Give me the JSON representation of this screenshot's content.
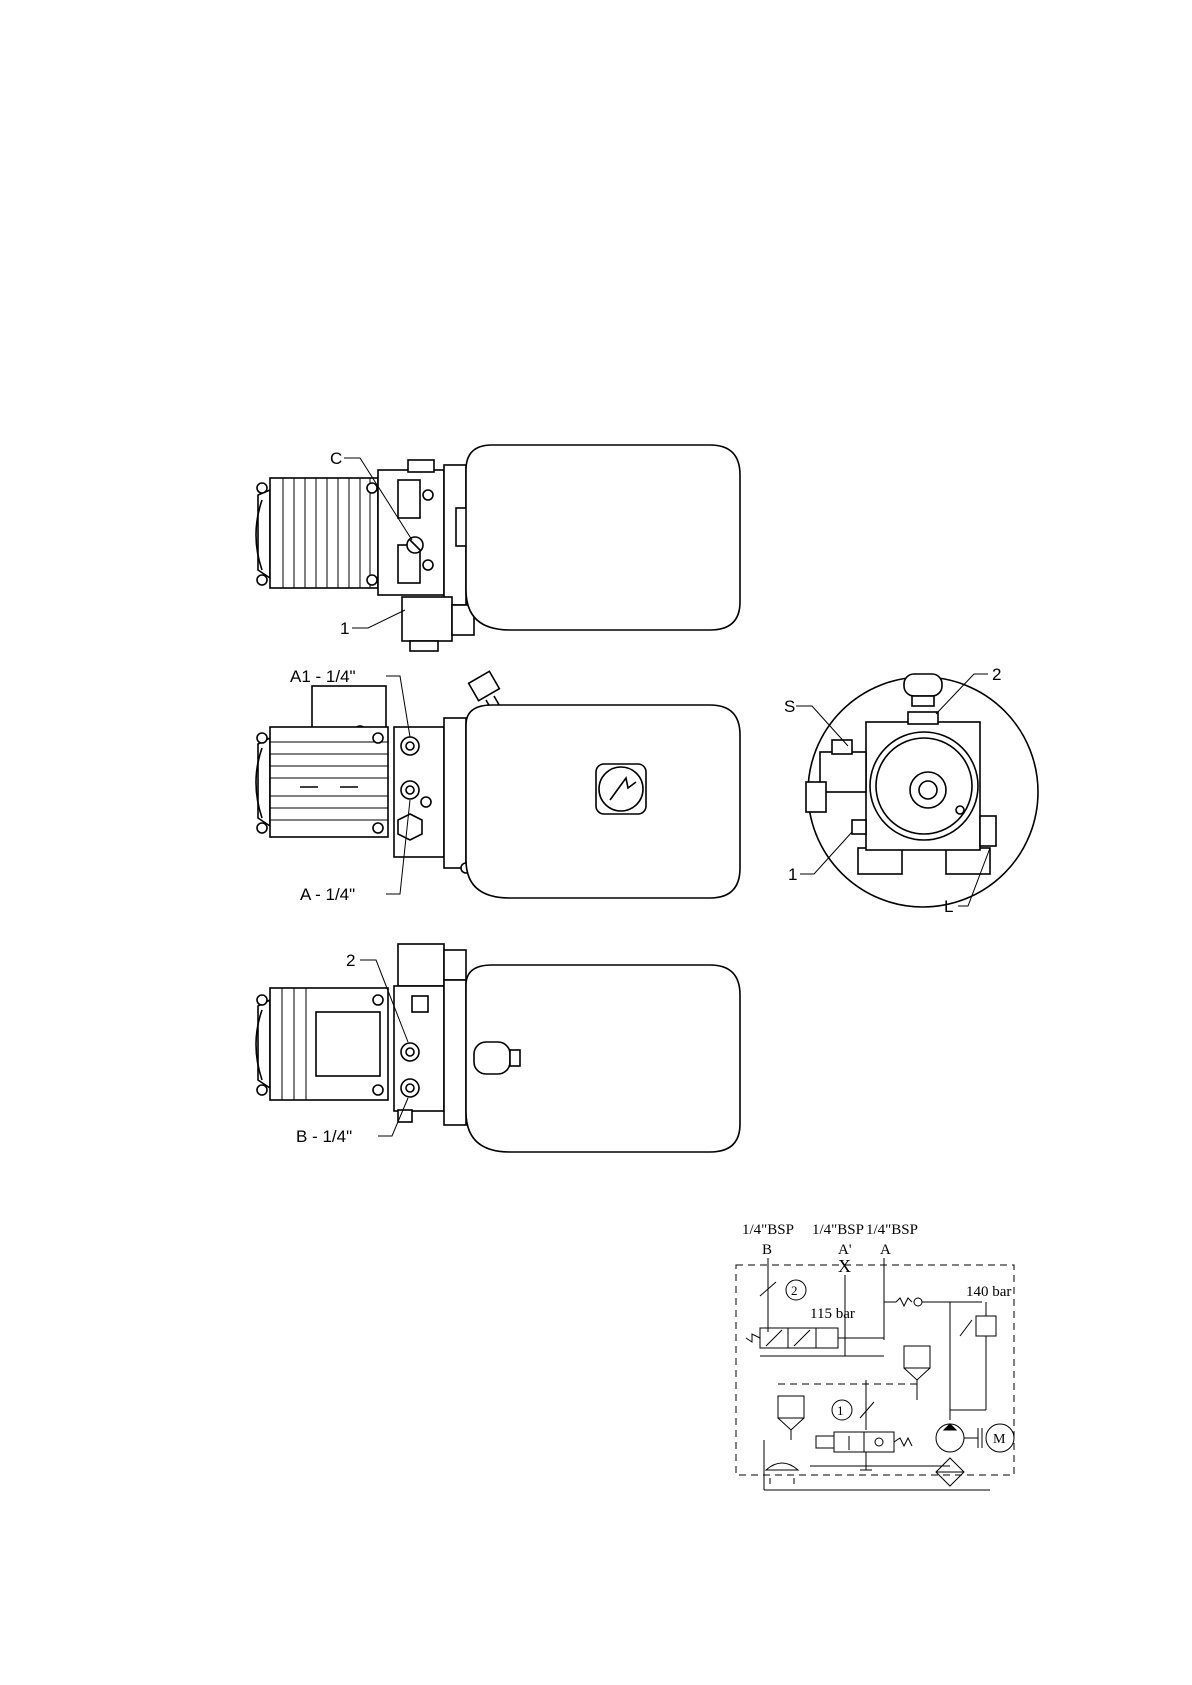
{
  "views": {
    "top": {
      "callouts": {
        "c": "C",
        "one": "1"
      }
    },
    "front": {
      "callouts": {
        "a1": "A1 - 1/4\"",
        "a": "A - 1/4\""
      }
    },
    "side": {
      "callouts": {
        "s": "S",
        "two": "2",
        "one": "1",
        "l": "L"
      }
    },
    "bottom": {
      "callouts": {
        "two": "2",
        "b": "B - 1/4\""
      }
    }
  },
  "schematic": {
    "port_sizes": [
      "1/4\"BSP",
      "1/4\"BSP",
      "1/4\"BSP"
    ],
    "ports": {
      "b": "B",
      "a_prime": "A'",
      "a": "A"
    },
    "plug_mark": "X",
    "valve_pressure_1": "115 bar",
    "valve_pressure_2": "140 bar",
    "throttle_1": "1",
    "throttle_2": "2",
    "motor": "M"
  }
}
